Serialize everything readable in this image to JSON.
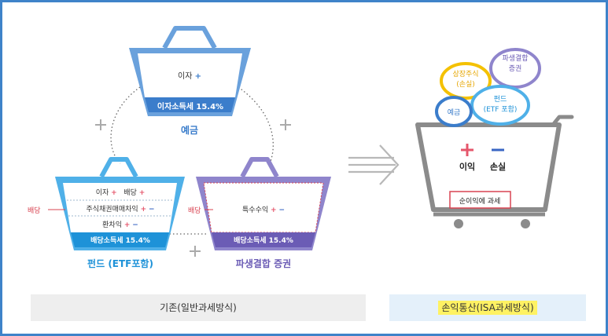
{
  "colors": {
    "frame": "#3f83c9",
    "deposit_basket": "#6aa1dc",
    "fund_basket": "#4fb0e8",
    "derivative_basket": "#8f85cc",
    "tax_band_blue": "#3b7dcb",
    "tax_band_fund": "#1e92d8",
    "tax_band_purple": "#6b5cb5",
    "plus_red": "#e5566b",
    "minus_blue": "#3a66c4",
    "cart_gray": "#8b8b8b",
    "loss_label_red": "#d94452",
    "highlight_yellow": "#fff263"
  },
  "deposit": {
    "content": "이자",
    "tax": "이자소득세 15.4%",
    "title": "예금"
  },
  "fund": {
    "row1_a": "이자",
    "row1_b": "배당",
    "row2": "주식채권매매차익",
    "row3": "환차익",
    "side_label": "배당",
    "tax": "배당소득세 15.4%",
    "title": "펀드 (ETF포함)"
  },
  "derivative": {
    "content": "특수수익",
    "side_label": "배당",
    "tax": "배당소득세 15.4%",
    "title": "파생결합 증권"
  },
  "symbols": {
    "plus": "+",
    "minus": "−"
  },
  "isa": {
    "bubbles": {
      "listed_stock_line1": "상장주식",
      "listed_stock_line2": "(손실)",
      "derivative_line1": "파생결합",
      "derivative_line2": "증권",
      "deposit": "예금",
      "fund_line1": "펀드",
      "fund_line2": "(ETF 포함)"
    },
    "profit_label": "이익",
    "loss_label": "손실",
    "net_label": "순이익에 과세"
  },
  "captions": {
    "left": "기존(일반과세방식)",
    "right": "손익통산(ISA과세방식)"
  }
}
